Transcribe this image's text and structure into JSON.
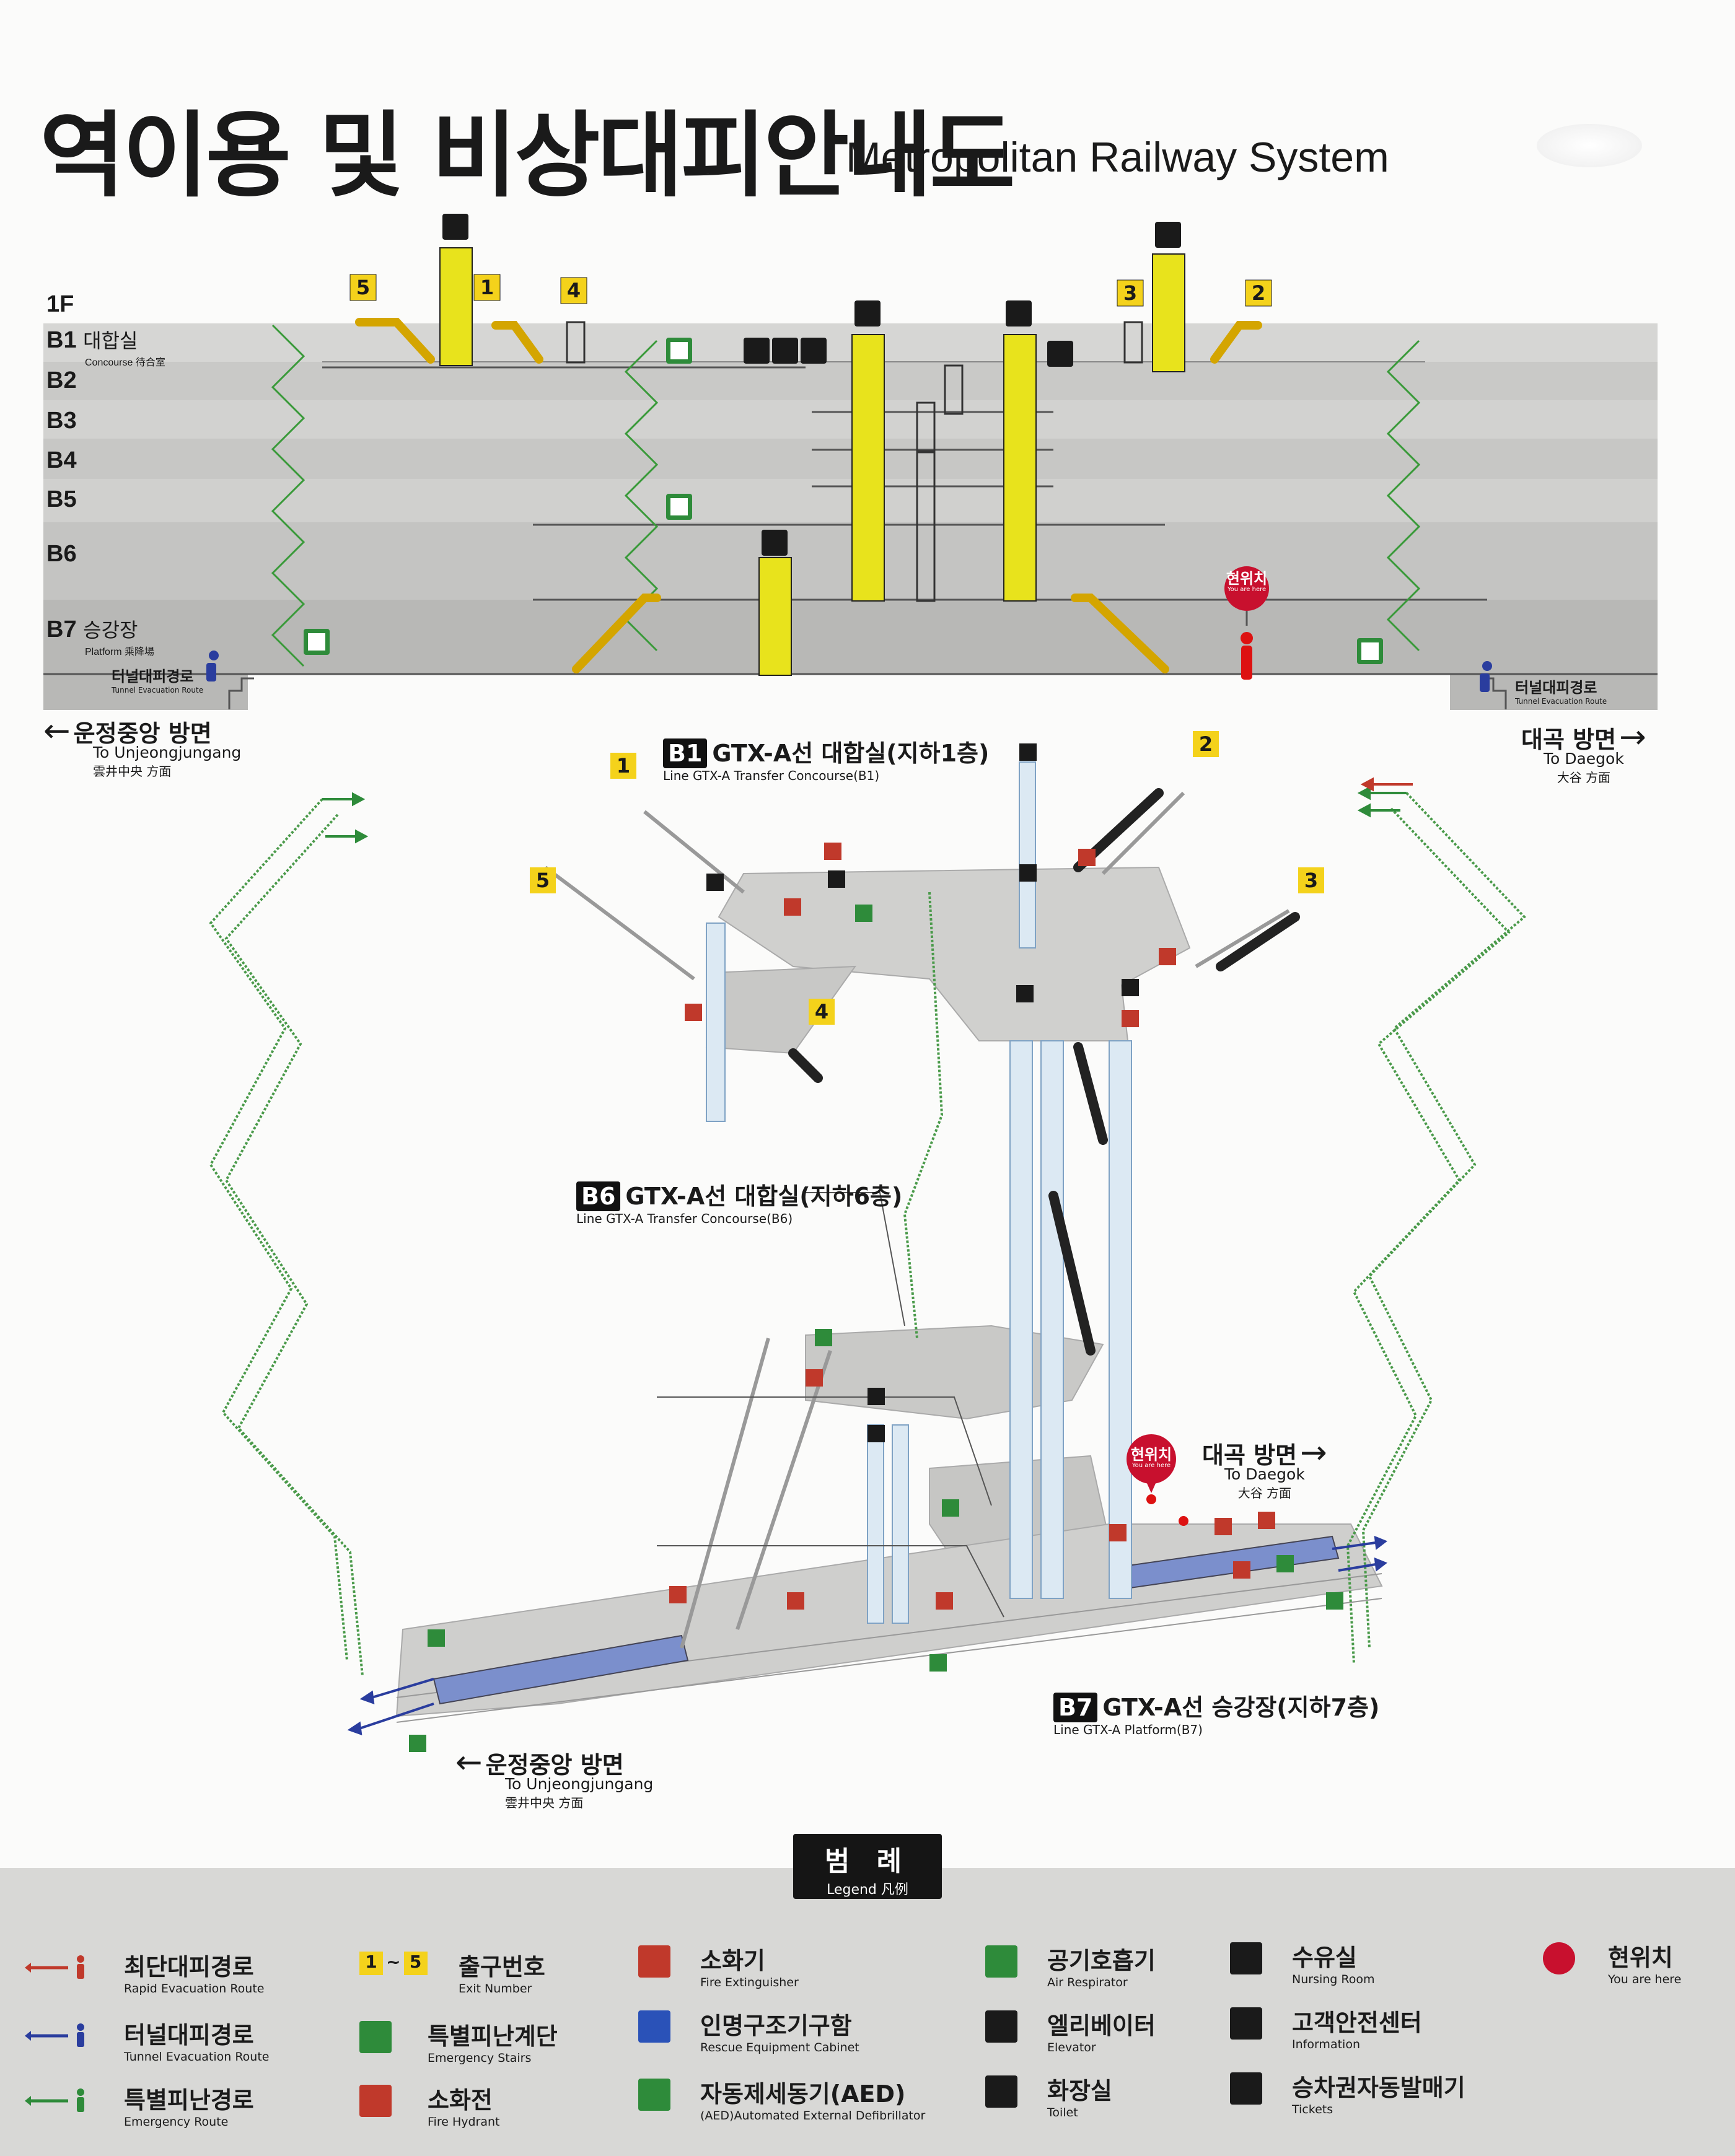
{
  "title": {
    "ko": "역이용 및 비상대피안내도",
    "en": "Metropolitan Railway System"
  },
  "levels": [
    {
      "id": "1F",
      "label": "1F",
      "sub_ko": "",
      "sub_en": ""
    },
    {
      "id": "B1",
      "label": "B1",
      "sub_ko": "대합실",
      "sub_en": "Concourse 待合室"
    },
    {
      "id": "B2",
      "label": "B2",
      "sub_ko": "",
      "sub_en": ""
    },
    {
      "id": "B3",
      "label": "B3",
      "sub_ko": "",
      "sub_en": ""
    },
    {
      "id": "B4",
      "label": "B4",
      "sub_ko": "",
      "sub_en": ""
    },
    {
      "id": "B5",
      "label": "B5",
      "sub_ko": "",
      "sub_en": ""
    },
    {
      "id": "B6",
      "label": "B6",
      "sub_ko": "",
      "sub_en": ""
    },
    {
      "id": "B7",
      "label": "B7",
      "sub_ko": "승강장",
      "sub_en": "Platform 乘降場"
    }
  ],
  "exits": [
    "1",
    "2",
    "3",
    "4",
    "5"
  ],
  "section_marker": {
    "you_are_here_ko": "현위치",
    "you_are_here_en": "You are here",
    "tunnel_route_ko": "터널대피경로",
    "tunnel_route_en": "Tunnel Evacuation Route"
  },
  "directions": {
    "left": {
      "ko": "운정중앙 방면",
      "en": "To Unjeongjungang",
      "zh": "雲井中央 方面"
    },
    "right": {
      "ko": "대곡 방면",
      "en": "To Daegok",
      "zh": "大谷 方面"
    }
  },
  "callouts": {
    "b1": {
      "code": "B1",
      "ko": "GTX-A선 대합실(지하1층)",
      "en": "Line GTX-A Transfer Concourse(B1)"
    },
    "b6": {
      "code": "B6",
      "ko": "GTX-A선 대합실(지하6층)",
      "en": "Line GTX-A Transfer Concourse(B6)"
    },
    "b7": {
      "code": "B7",
      "ko": "GTX-A선 승강장(지하7층)",
      "en": "Line GTX-A Platform(B7)"
    }
  },
  "legend": {
    "title_ko": "범 례",
    "title_en": "Legend",
    "title_zh": "凡例",
    "exit_range_from": "1",
    "exit_range_to": "5",
    "exit_range_sep": "~",
    "items": [
      {
        "id": "rapid",
        "ko": "최단대피경로",
        "en": "Rapid Evacuation Route",
        "color": "#c0392b",
        "icon": "runner-arrow-icon"
      },
      {
        "id": "tunnel",
        "ko": "터널대피경로",
        "en": "Tunnel Evacuation Route",
        "color": "#2a3d9e",
        "icon": "runner-arrow-icon"
      },
      {
        "id": "emergency",
        "ko": "특별피난경로",
        "en": "Emergency Route",
        "color": "#2e8b3a",
        "icon": "runner-arrow-icon"
      },
      {
        "id": "exit",
        "ko": "출구번호",
        "en": "Exit Number",
        "color": "#f4d21b",
        "icon": "exit-number-icon"
      },
      {
        "id": "stairs",
        "ko": "특별피난계단",
        "en": "Emergency Stairs",
        "color": "#2e8b3a",
        "icon": "emergency-stairs-icon"
      },
      {
        "id": "hydrant",
        "ko": "소화전",
        "en": "Fire Hydrant",
        "color": "#c0392b",
        "icon": "fire-hydrant-icon"
      },
      {
        "id": "extinguisher",
        "ko": "소화기",
        "en": "Fire Extinguisher",
        "color": "#c0392b",
        "icon": "fire-extinguisher-icon"
      },
      {
        "id": "rescue",
        "ko": "인명구조기구함",
        "en": "Rescue Equipment Cabinet",
        "color": "#2a52b8",
        "icon": "rescue-cabinet-icon"
      },
      {
        "id": "aed",
        "ko": "자동제세동기(AED)",
        "en": "(AED)Automated External Defibrillator",
        "color": "#2e8b3a",
        "icon": "aed-icon"
      },
      {
        "id": "respirator",
        "ko": "공기호흡기",
        "en": "Air Respirator",
        "color": "#2e8b3a",
        "icon": "air-respirator-icon"
      },
      {
        "id": "elevator",
        "ko": "엘리베이터",
        "en": "Elevator",
        "color": "#1a1a1a",
        "icon": "elevator-icon"
      },
      {
        "id": "toilet",
        "ko": "화장실",
        "en": "Toilet",
        "color": "#1a1a1a",
        "icon": "toilet-icon"
      },
      {
        "id": "nursing",
        "ko": "수유실",
        "en": "Nursing Room",
        "color": "#1a1a1a",
        "icon": "nursing-room-icon"
      },
      {
        "id": "info",
        "ko": "고객안전센터",
        "en": "Information",
        "color": "#1a1a1a",
        "icon": "information-icon"
      },
      {
        "id": "tickets",
        "ko": "승차권자동발매기",
        "en": "Tickets",
        "color": "#1a1a1a",
        "icon": "ticket-machine-icon"
      },
      {
        "id": "here",
        "ko": "현위치",
        "en": "You are here",
        "color": "#c8102e",
        "icon": "you-are-here-icon"
      }
    ]
  }
}
